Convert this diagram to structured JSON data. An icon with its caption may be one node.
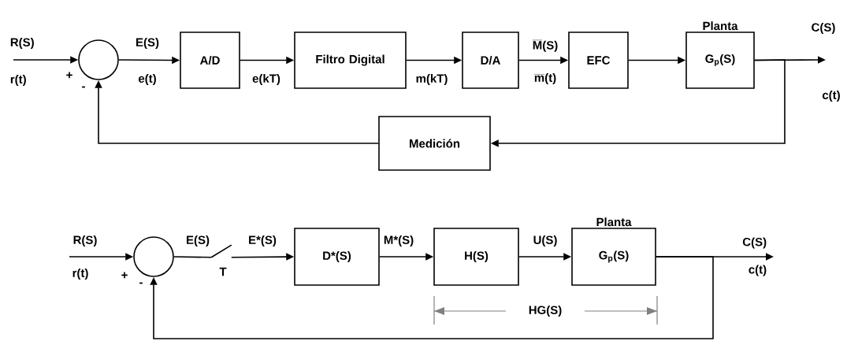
{
  "diagram": {
    "nodes": [
      {
        "text": [],
        "shape": "circle",
        "beside": [
          "+",
          "-"
        ]
      },
      {
        "text": [
          "A/D"
        ]
      },
      {
        "text": [
          "Filtro Digital"
        ]
      },
      {
        "text": [
          "D/A"
        ]
      },
      {
        "text": [
          "EFC"
        ]
      },
      {
        "text": [
          "Planta",
          "G$_{p}$(S)"
        ]
      },
      {
        "text": [
          "Medición"
        ]
      },
      {
        "text": [],
        "shape": "circle",
        "beside": [
          "+",
          "-"
        ]
      },
      {
        "text": [],
        "shape": "switch",
        "beside": [
          "T"
        ]
      },
      {
        "text": [
          "D*(S)"
        ]
      },
      {
        "text": [
          "H(S)"
        ]
      },
      {
        "text": [
          "Planta",
          "G$_{p}$(S)"
        ]
      },
      {
        "text": [
          "C(S)",
          "c(t)"
        ]
      }
    ],
    "edges": [
      {
        "from": null,
        "to": 0,
        "arrow": "to"
      },
      {
        "from": 0,
        "to": 1,
        "arrow": "to"
      },
      {
        "from": 1,
        "to": 2,
        "arrow": "to"
      },
      {
        "from": 2,
        "to": 3,
        "arrow": "to"
      },
      {
        "from": 3,
        "to": 4,
        "arrow": "to"
      },
      {
        "from": 4,
        "to": 5,
        "arrow": "to"
      },
      {
        "from": 5,
        "to": null,
        "arrow": "to"
      },
      {
        "from": 5,
        "to": 6,
        "arrow": "to"
      },
      {
        "from": 6,
        "to": 0,
        "arrow": "to"
      },
      {
        "from": null,
        "to": 7,
        "arrow": "to"
      },
      {
        "from": 7,
        "to": 8,
        "arrow": "none"
      },
      {
        "from": 8,
        "to": 9,
        "arrow": "to"
      },
      {
        "from": 9,
        "to": 10,
        "arrow": "to"
      },
      {
        "from": 10,
        "to": 11,
        "arrow": "to"
      },
      {
        "from": 11,
        "to": 12,
        "arrow": "to"
      },
      {
        "from": 11,
        "to": 7,
        "arrow": "to"
      }
    ],
    "labels": [
      "R(S)",
      "E(S)",
      "\\overline{\\textbf{M}}\\textbf{(S)}",
      "C(S)",
      "r(t)",
      "e(t)",
      "e(kT)",
      "m(kT)",
      "\\overline{\\textbf{m}}\\textbf{(t)}",
      "c(t)",
      "R(S)",
      "E(S)",
      "E*(S)",
      "M*(S)",
      "U(S)",
      "r(t)",
      "HG(S)"
    ]
  }
}
